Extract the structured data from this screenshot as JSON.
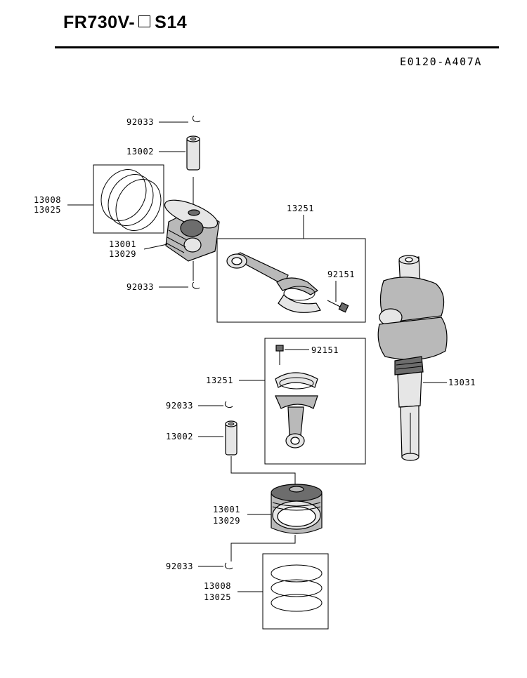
{
  "header": {
    "model_prefix": "FR730V-",
    "model_suffix": "S14",
    "diagram_code": "E0120-A407A"
  },
  "callouts": {
    "circlip_top_upper": "92033",
    "pin_upper": "13002",
    "rings_upper": [
      "13008",
      "13025"
    ],
    "piston_upper": [
      "13001",
      "13029"
    ],
    "circlip_top_lower": "92033",
    "conrod_upper": "13251",
    "bolt_upper": "92151",
    "bolt_lower": "92151",
    "conrod_lower": "13251",
    "crankshaft": "13031",
    "circlip_bottom_upper": "92033",
    "pin_lower": "13002",
    "piston_lower": [
      "13001",
      "13029"
    ],
    "circlip_bottom_lower": "92033",
    "rings_lower": [
      "13008",
      "13025"
    ]
  }
}
